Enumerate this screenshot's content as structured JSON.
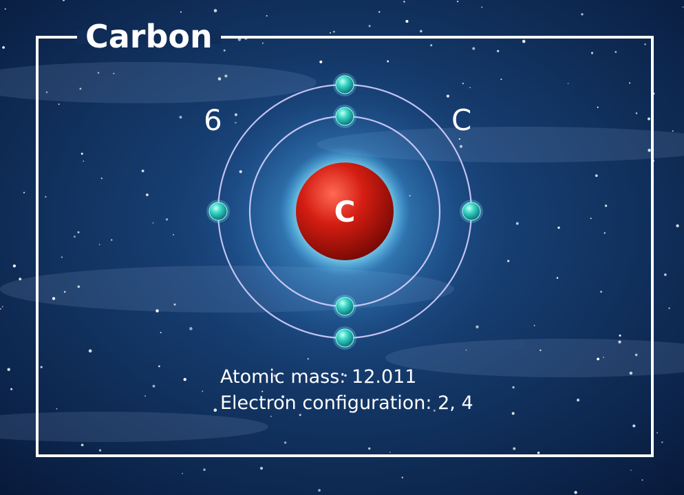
{
  "element": {
    "name": "Carbon",
    "atomic_number": "6",
    "symbol": "C",
    "nucleus_label": "C"
  },
  "info": {
    "mass_label": "Atomic mass:",
    "mass_value": "12.011",
    "config_label": "Electron configuration:",
    "config_value": "2, 4"
  },
  "shells": [
    {
      "electrons": 2
    },
    {
      "electrons": 4
    }
  ],
  "colors": {
    "background": "#0d2a52",
    "nucleus": "#c8170f",
    "electron": "#2fd1c1",
    "orbit": "#c9c2ff",
    "frame": "#ffffff"
  }
}
